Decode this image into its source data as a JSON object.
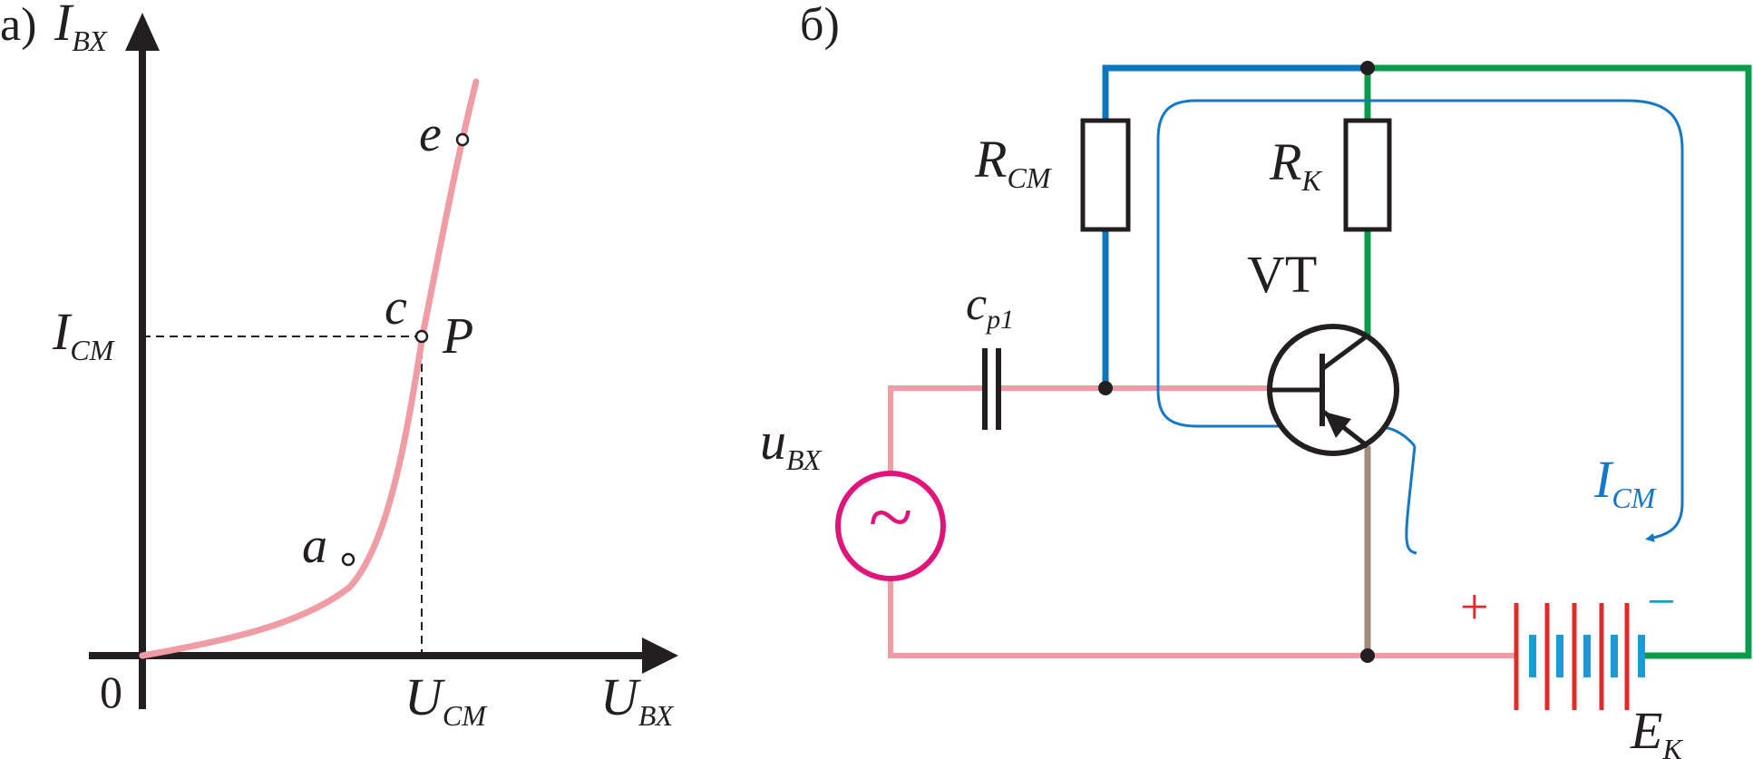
{
  "panel_a": {
    "label": "а)",
    "y_axis": {
      "main": "I",
      "sub": "ВХ"
    },
    "x_axis": {
      "main": "U",
      "sub": "ВХ"
    },
    "origin": "0",
    "i_cm": {
      "main": "I",
      "sub": "СМ"
    },
    "u_cm": {
      "main": "U",
      "sub": "СМ"
    },
    "points": {
      "a": "a",
      "c": "c",
      "e": "e",
      "p": "P"
    }
  },
  "panel_b": {
    "label": "б)",
    "r_cm": {
      "main": "R",
      "sub": "СМ"
    },
    "r_k": {
      "main": "R",
      "sub": "К"
    },
    "transistor": "VT",
    "capacitor": {
      "main": "c",
      "sub": "p1"
    },
    "source": {
      "main": "u",
      "sub": "ВХ",
      "symbol": "~"
    },
    "current": {
      "main": "I",
      "sub": "СМ"
    },
    "battery": {
      "main": "E",
      "sub": "К",
      "plus": "+",
      "minus": "−"
    }
  },
  "colors": {
    "curve": "#ef9ca4",
    "axis": "#231f20",
    "blue_wire": "#1173bc",
    "green_wire": "#0a9a48",
    "brown_wire": "#a08a7a",
    "pink_wire": "#ef9ca4",
    "source": "#e0147a",
    "current_loop": "#1478c8",
    "battery_red": "#e02b2b",
    "battery_blue": "#1d9ad6"
  }
}
